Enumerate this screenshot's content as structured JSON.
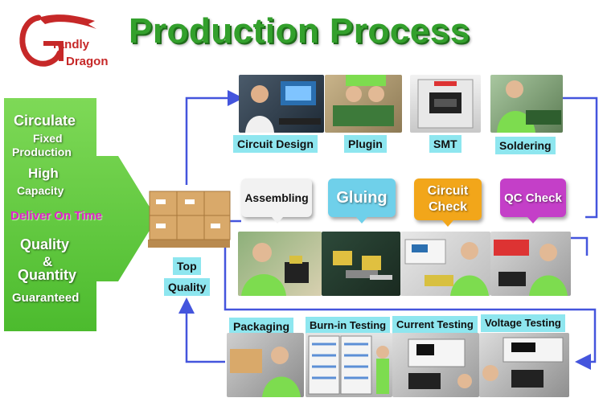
{
  "logo": {
    "line1": "randly",
    "line2": "Dragon",
    "initial": "G"
  },
  "title": "Production Process",
  "arrow": {
    "lines": [
      "Circulate",
      "Fixed",
      "Production",
      "High",
      "Capacity",
      "Deliver On Time",
      "Quality",
      "&",
      "Quantity",
      "Guaranteed"
    ],
    "highlight_color": "#e020c8",
    "fill_color": "#5ac838"
  },
  "boxes": {
    "label1": "Top",
    "label2": "Quality"
  },
  "top_row": [
    "Circuit Design",
    "Plugin",
    "SMT",
    "Soldering"
  ],
  "middle_bubbles": [
    {
      "label": "Assembling",
      "color": "#f2f2f2",
      "text_color": "#111111"
    },
    {
      "label": "Gluing",
      "color": "#6fd0ea",
      "text_color": "#ffffff"
    },
    {
      "label": "Circuit Check",
      "color": "#f2a61a",
      "text_color": "#ffffff"
    },
    {
      "label": "QC Check",
      "color": "#c43fc8",
      "text_color": "#ffffff"
    }
  ],
  "bottom_row": [
    "Packaging",
    "Burn-in Testing",
    "Current Testing",
    "Voltage Testing"
  ],
  "colors": {
    "flow_line": "#4455dd",
    "label_bg": "#8ee6ef",
    "title": "#33a02c",
    "logo": "#c62828"
  }
}
